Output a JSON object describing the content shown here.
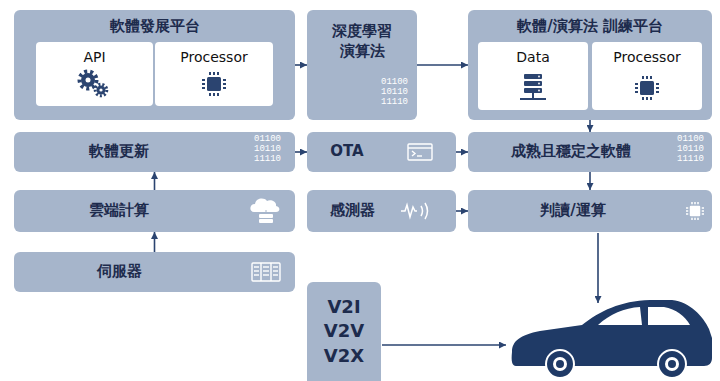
{
  "diagram": {
    "nodes": [
      {
        "text": [
          "軟體發展平台"
        ]
      },
      {
        "text": [
          "API"
        ],
        "in": 0
      },
      {
        "text": [
          "Processor"
        ],
        "in": 0
      },
      {
        "text": [
          "深度學習 演算法",
          "01100 10110 11110"
        ]
      },
      {
        "text": [
          "軟體/演算法 訓練平台"
        ]
      },
      {
        "text": [
          "Data"
        ],
        "in": 4
      },
      {
        "text": [
          "Processor"
        ],
        "in": 4
      },
      {
        "text": [
          "軟體更新",
          "01100 10110 11110"
        ]
      },
      {
        "text": [
          "OTA"
        ]
      },
      {
        "text": [
          "成熟且穩定之軟體",
          "01100 10110 11110"
        ]
      },
      {
        "text": [
          "雲端計算"
        ]
      },
      {
        "text": [
          "感測器"
        ]
      },
      {
        "text": [
          "判讀/運算"
        ]
      },
      {
        "text": [
          "伺服器"
        ]
      },
      {
        "text": [
          "V2I V2V V2X"
        ]
      }
    ],
    "edges": [
      {
        "from": 0,
        "to": 3,
        "arrow": "to"
      },
      {
        "from": 3,
        "to": 4,
        "arrow": "to"
      },
      {
        "from": 4,
        "to": 9,
        "arrow": "to"
      },
      {
        "from": 7,
        "to": 8,
        "arrow": "to"
      },
      {
        "from": 8,
        "to": 9,
        "arrow": "to"
      },
      {
        "from": 9,
        "to": 12,
        "arrow": "to"
      },
      {
        "from": 11,
        "to": 12,
        "arrow": "to"
      },
      {
        "from": 10,
        "to": 7,
        "arrow": "to"
      },
      {
        "from": 13,
        "to": 10,
        "arrow": "to"
      }
    ]
  }
}
